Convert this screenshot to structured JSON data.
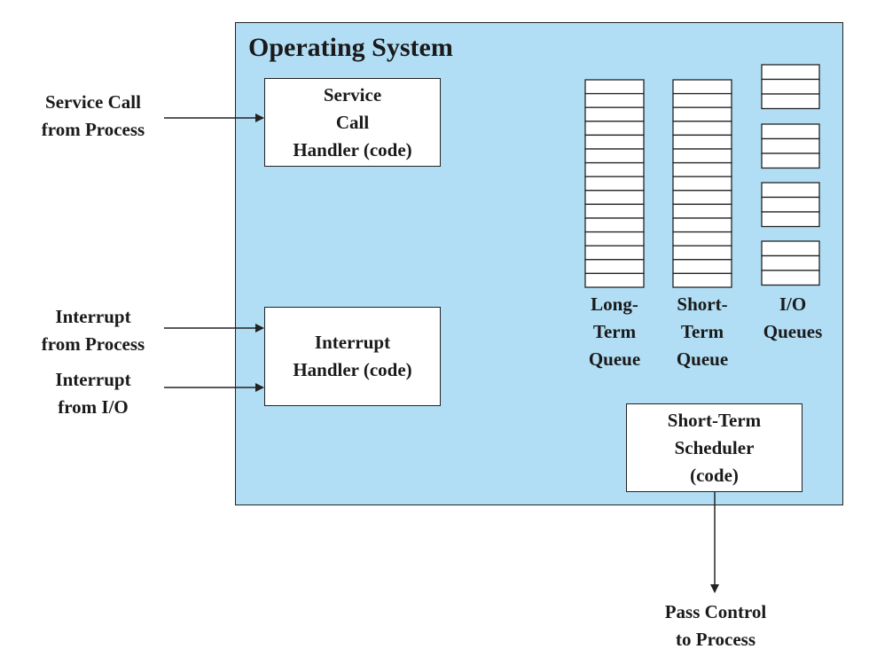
{
  "title": "Operating System",
  "boxes": {
    "service_call_handler": "Service\nCall\nHandler (code)",
    "interrupt_handler": "Interrupt\nHandler (code)",
    "short_term_scheduler": "Short-Term\nScheduler\n(code)"
  },
  "inputs": {
    "service_call": "Service Call\nfrom Process",
    "interrupt_process": "Interrupt\nfrom Process",
    "interrupt_io": "Interrupt\nfrom I/O"
  },
  "output": "Pass Control\nto Process",
  "queues": {
    "long_term": {
      "label": "Long-\nTerm\nQueue",
      "slots": 15
    },
    "short_term": {
      "label": "Short-\nTerm\nQueue",
      "slots": 15
    },
    "io": {
      "label": "I/O\nQueues",
      "groups": 4,
      "slots_per_group": 3
    }
  },
  "colors": {
    "os_background": "#b2def5",
    "box_fill": "#ffffff",
    "stroke": "#222222"
  }
}
